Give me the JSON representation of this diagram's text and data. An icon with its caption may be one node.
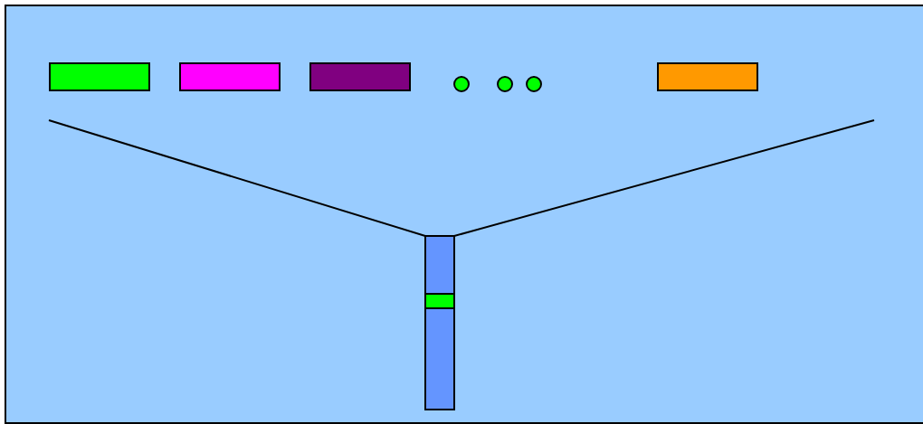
{
  "diagram": {
    "nodes": [
      {
        "text": [],
        "shape": "box"
      },
      {
        "text": [],
        "shape": "box"
      },
      {
        "text": [],
        "shape": "box"
      },
      {
        "text": [],
        "shape": "circle"
      },
      {
        "text": [],
        "shape": "circle"
      },
      {
        "text": [],
        "shape": "circle"
      },
      {
        "text": [],
        "shape": "box"
      },
      {
        "text": [],
        "shape": "bar"
      },
      {
        "text": [],
        "shape": "box",
        "in": 7
      }
    ]
  }
}
